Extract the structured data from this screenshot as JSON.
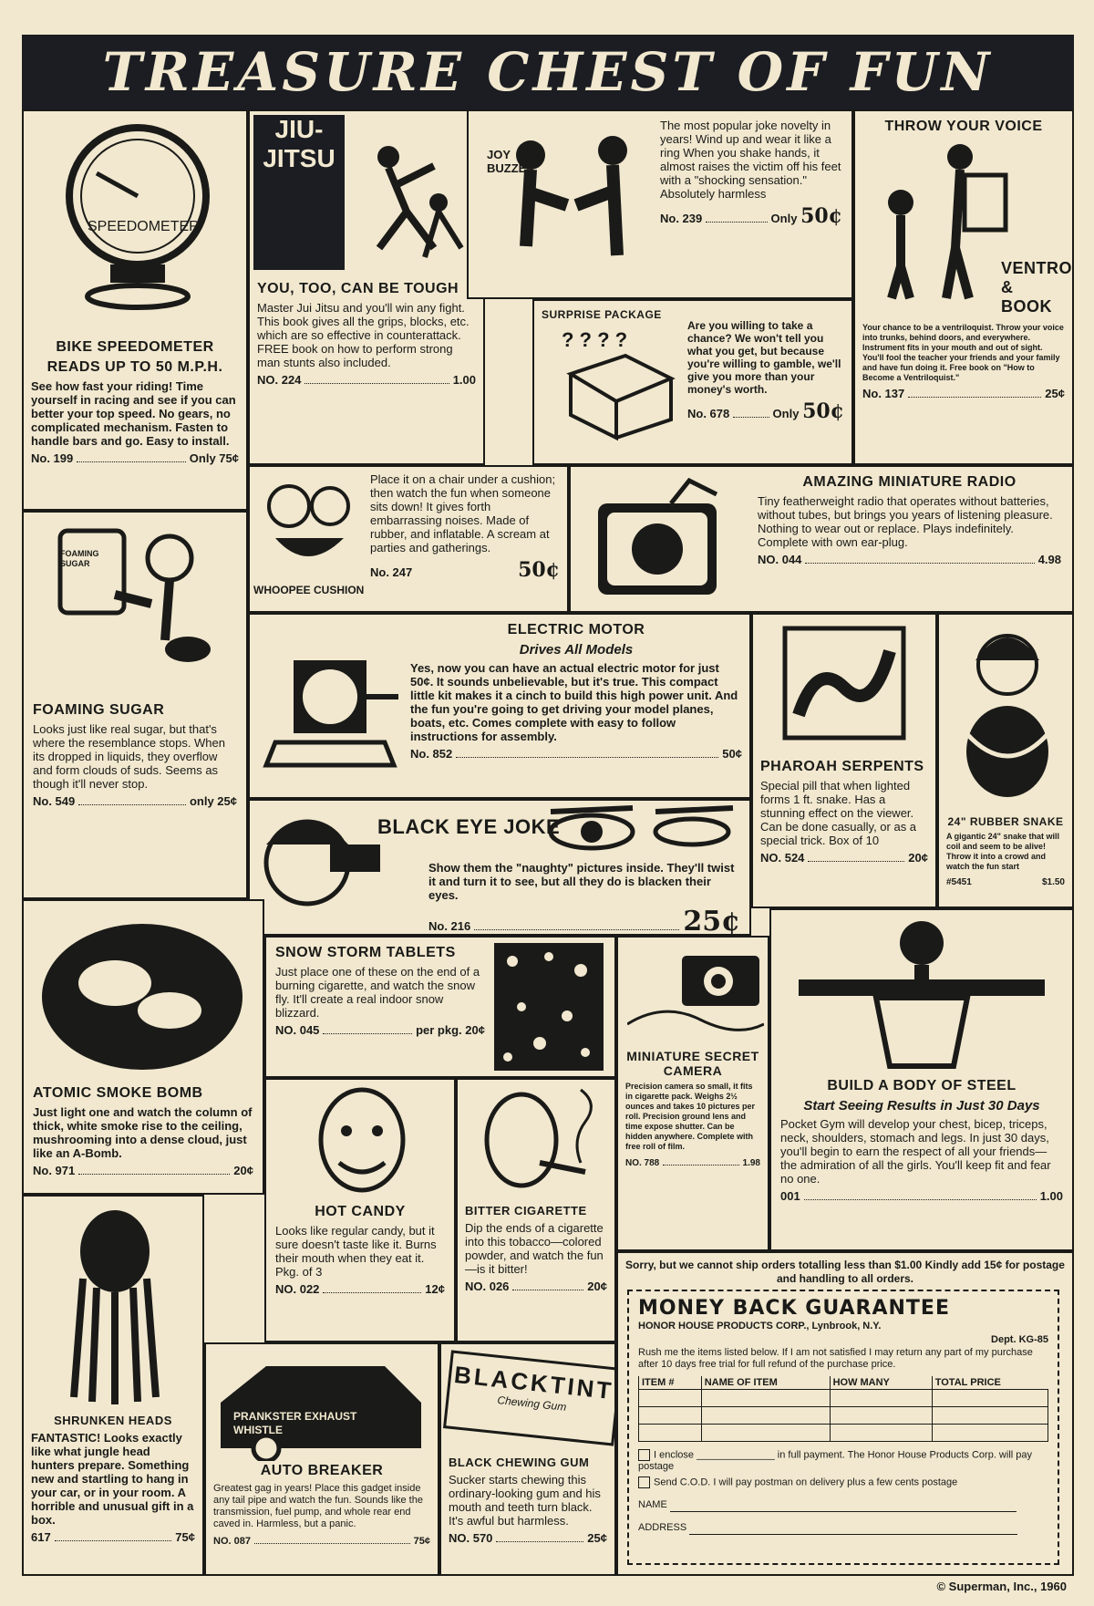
{
  "banner": {
    "title": "TREASURE CHEST OF FUN"
  },
  "speedometer": {
    "heading": "BIKE SPEEDOMETER",
    "subheading": "READS UP TO 50 M.P.H.",
    "dial_label": "SPEEDOMETER",
    "body": "See how fast your riding! Time yourself in racing and see if you can better your top speed. No gears, no complicated mechanism. Fasten to handle bars and go. Easy to install.",
    "number": "No. 199",
    "price": "Only 75¢"
  },
  "jiujitsu": {
    "book_title": "JIU-JITSU",
    "heading": "YOU, TOO, CAN BE TOUGH",
    "body": "Master Jui Jitsu and you'll win any fight. This book gives all the grips, blocks, etc. which are so effective in counterattack. FREE book on how to perform strong man stunts also included.",
    "number": "NO. 224",
    "price": "1.00"
  },
  "joybuzzer": {
    "label": "JOY BUZZER",
    "body": "The most popular joke novelty in years! Wind up and wear it like a ring When you shake hands, it almost raises the victim off his feet with a \"shocking sensation.\" Absolutely harmless",
    "number": "No. 239",
    "price_prefix": "Only",
    "price": "50¢"
  },
  "ventro": {
    "heading": "THROW YOUR VOICE",
    "label": "Ventro & Book",
    "body": "Your chance to be a ventriloquist. Throw your voice into trunks, behind doors, and everywhere. Instrument fits in your mouth and out of sight. You'll fool the teacher your friends and your family and have fun doing it. Free book on \"How to Become a Ventriloquist.\"",
    "number": "No. 137",
    "price": "25¢"
  },
  "surprise": {
    "heading": "SURPRISE PACKAGE",
    "body": "Are you willing to take a chance? We won't tell you what you get, but because you're willing to gamble, we'll give you more than your money's worth.",
    "number": "No. 678",
    "price_prefix": "Only",
    "price": "50¢"
  },
  "whoopee": {
    "label": "WHOOPEE CUSHION",
    "body": "Place it on a chair under a cushion; then watch the fun when someone sits down! It gives forth embarrassing noises. Made of rubber, and inflatable. A scream at parties and gatherings.",
    "number": "No. 247",
    "price": "50¢"
  },
  "radio": {
    "heading": "AMAZING MINIATURE RADIO",
    "body": "Tiny featherweight radio that operates without batteries, without tubes, but brings you years of listening pleasure. Nothing to wear out or replace. Plays indefinitely. Complete with own ear-plug.",
    "number": "NO. 044",
    "price": "4.98"
  },
  "sugar": {
    "jar_label": "FOAMING SUGAR",
    "heading": "FOAMING SUGAR",
    "body": "Looks just like real sugar, but that's where the resemblance stops. When its dropped in liquids, they overflow and form clouds of suds. Seems as though it'll never stop.",
    "number": "No. 549",
    "price": "only 25¢"
  },
  "motor": {
    "heading": "ELECTRIC MOTOR",
    "subheading": "Drives All Models",
    "body": "Yes, now you can have an actual electric motor for just 50¢. It sounds unbelievable, but it's true. This compact little kit makes it a cinch to build this high power unit. And the fun you're going to get driving your model planes, boats, etc. Comes complete with easy to follow instructions for assembly.",
    "number": "No. 852",
    "price": "50¢"
  },
  "serpents": {
    "heading": "PHAROAH SERPENTS",
    "body": "Special pill that when lighted forms 1 ft. snake. Has a stunning effect on the viewer. Can be done casually, or as a special trick. Box of 10",
    "number": "NO. 524",
    "price": "20¢"
  },
  "snake": {
    "heading": "24\" RUBBER SNAKE",
    "body": "A gigantic 24\" snake that will coil and seem to be alive! Throw it into a crowd and watch the fun start",
    "number": "#5451",
    "price": "$1.50"
  },
  "blackeye": {
    "heading": "BLACK EYE JOKE",
    "body": "Show them the \"naughty\" pictures inside. They'll twist it and turn it to see, but all they do is blacken their eyes.",
    "number": "No. 216",
    "price": "25¢"
  },
  "smoke": {
    "heading": "ATOMIC SMOKE BOMB",
    "body": "Just light one and watch the column of thick, white smoke rise to the ceiling, mushrooming into a dense cloud, just like an A-Bomb.",
    "number": "No. 971",
    "price": "20¢"
  },
  "snowstorm": {
    "heading": "SNOW STORM TABLETS",
    "body": "Just place one of these on the end of a burning cigarette, and watch the snow fly. It'll create a real indoor snow blizzard.",
    "number": "NO. 045",
    "price_prefix": "per pkg.",
    "price": "20¢"
  },
  "camera": {
    "heading": "MINIATURE SECRET CAMERA",
    "body": "Precision camera so small, it fits in cigarette pack. Weighs 2½ ounces and takes 10 pictures per roll. Precision ground lens and time expose shutter. Can be hidden anywhere. Complete with free roll of film.",
    "number": "NO. 788",
    "price": "1.98"
  },
  "body": {
    "heading": "BUILD A BODY OF STEEL",
    "subheading": "Start Seeing Results in Just 30 Days",
    "body": "Pocket Gym will develop your chest, bicep, triceps, neck, shoulders, stomach and legs. In just 30 days, you'll begin to earn the respect of all your friends—the admiration of all the girls. You'll keep fit and fear no one.",
    "number": "001",
    "price": "1.00"
  },
  "hotcandy": {
    "heading": "HOT CANDY",
    "body": "Looks like regular candy, but it sure doesn't taste like it. Burns their mouth when they eat it. Pkg. of 3",
    "number": "NO. 022",
    "price": "12¢"
  },
  "cigarette": {
    "heading": "BITTER CIGARETTE",
    "body": "Dip the ends of a cigarette into this tobacco—colored powder, and watch the fun—is it bitter!",
    "number": "NO. 026",
    "price": "20¢"
  },
  "shipping": {
    "note": "Sorry, but we cannot ship orders totalling less than $1.00 Kindly add 15¢ for postage and handling to all orders."
  },
  "order_form": {
    "title": "MONEY BACK GUARANTEE",
    "company": "HONOR HOUSE PRODUCTS CORP., Lynbrook, N.Y.",
    "dept": "Dept. KG-85",
    "intro": "Rush me the items listed below. If I am not satisfied I may return any part of my purchase after 10 days free trial for full refund of the purchase price.",
    "columns": [
      "ITEM #",
      "NAME OF ITEM",
      "HOW MANY",
      "TOTAL PRICE"
    ],
    "option1": "I enclose ______________ in full payment. The Honor House Products Corp. will pay postage",
    "option2": "Send C.O.D. I will pay postman on delivery plus a few cents postage",
    "name_label": "NAME",
    "address_label": "ADDRESS"
  },
  "heads": {
    "heading": "SHRUNKEN HEADS",
    "body": "FANTASTIC! Looks exactly like what jungle head hunters prepare. Something new and startling to hang in your car, or in your room. A horrible and unusual gift in a box.",
    "number": "617",
    "price": "75¢"
  },
  "autobreaker": {
    "sign": "PRANKSTER EXHAUST WHISTLE",
    "heading": "AUTO BREAKER",
    "body": "Greatest gag in years! Place this gadget inside any tail pipe and watch the fun. Sounds like the transmission, fuel pump, and whole rear end caved in. Harmless, but a panic.",
    "number": "NO. 087",
    "price": "75¢"
  },
  "gum": {
    "wrapper": "BLACKTINT",
    "wrapper_sub": "Chewing Gum",
    "heading": "BLACK CHEWING GUM",
    "body": "Sucker starts chewing this ordinary-looking gum and his mouth and teeth turn black. It's awful but harmless.",
    "number": "NO. 570",
    "price": "25¢"
  },
  "footer": {
    "copyright": "© Superman, Inc., 1960"
  }
}
